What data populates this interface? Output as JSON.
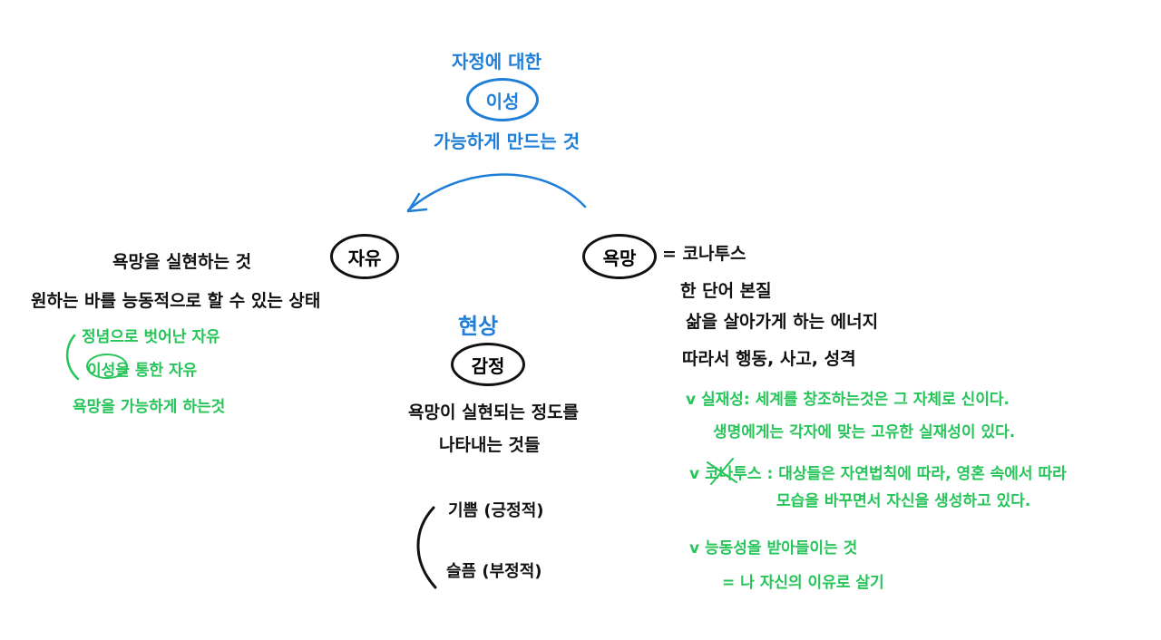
{
  "colors": {
    "blue": "#1f7fd8",
    "black": "#111111",
    "green": "#27c45a"
  },
  "top": {
    "line1": "자정에 대한",
    "center_word": "이성",
    "line3": "가능하게 만드는 것"
  },
  "left": {
    "node": "자유",
    "line1": "욕망을 실현하는 것",
    "line2": "원하는 바를  능동적으로 할 수 있는 상태",
    "green_lines": [
      "정념으로 벗어난 자유",
      "이성을 통한 자유",
      "욕망을 가능하게 하는것"
    ]
  },
  "middle": {
    "heading": "현상",
    "node": "감정",
    "line1": "욕망이 실현되는 정도를",
    "line2": "나타내는 것들",
    "bracket_items": [
      "기쁨 (긍정적)",
      "슬픔 (부정적)"
    ]
  },
  "right": {
    "node": "욕망",
    "equals": "= 코나투스",
    "lines": [
      "한 단어 본질",
      "삶을 살아가게 하는 에너지",
      "따라서 행동, 사고, 성격"
    ],
    "green_items": [
      "v  실재성: 세계를 창조하는것은 그 자체로 신이다.",
      "생명에게는 각자에 맞는 고유한 실재성이 있다.",
      "v  코나투스 : 대상들은 자연법칙에 따라, 영혼 속에서 따라",
      "모습을 바꾸면서 자신을 생성하고 있다.",
      "v  능동성을 받아들이는 것",
      "= 나 자신의 이유로 살기"
    ]
  }
}
